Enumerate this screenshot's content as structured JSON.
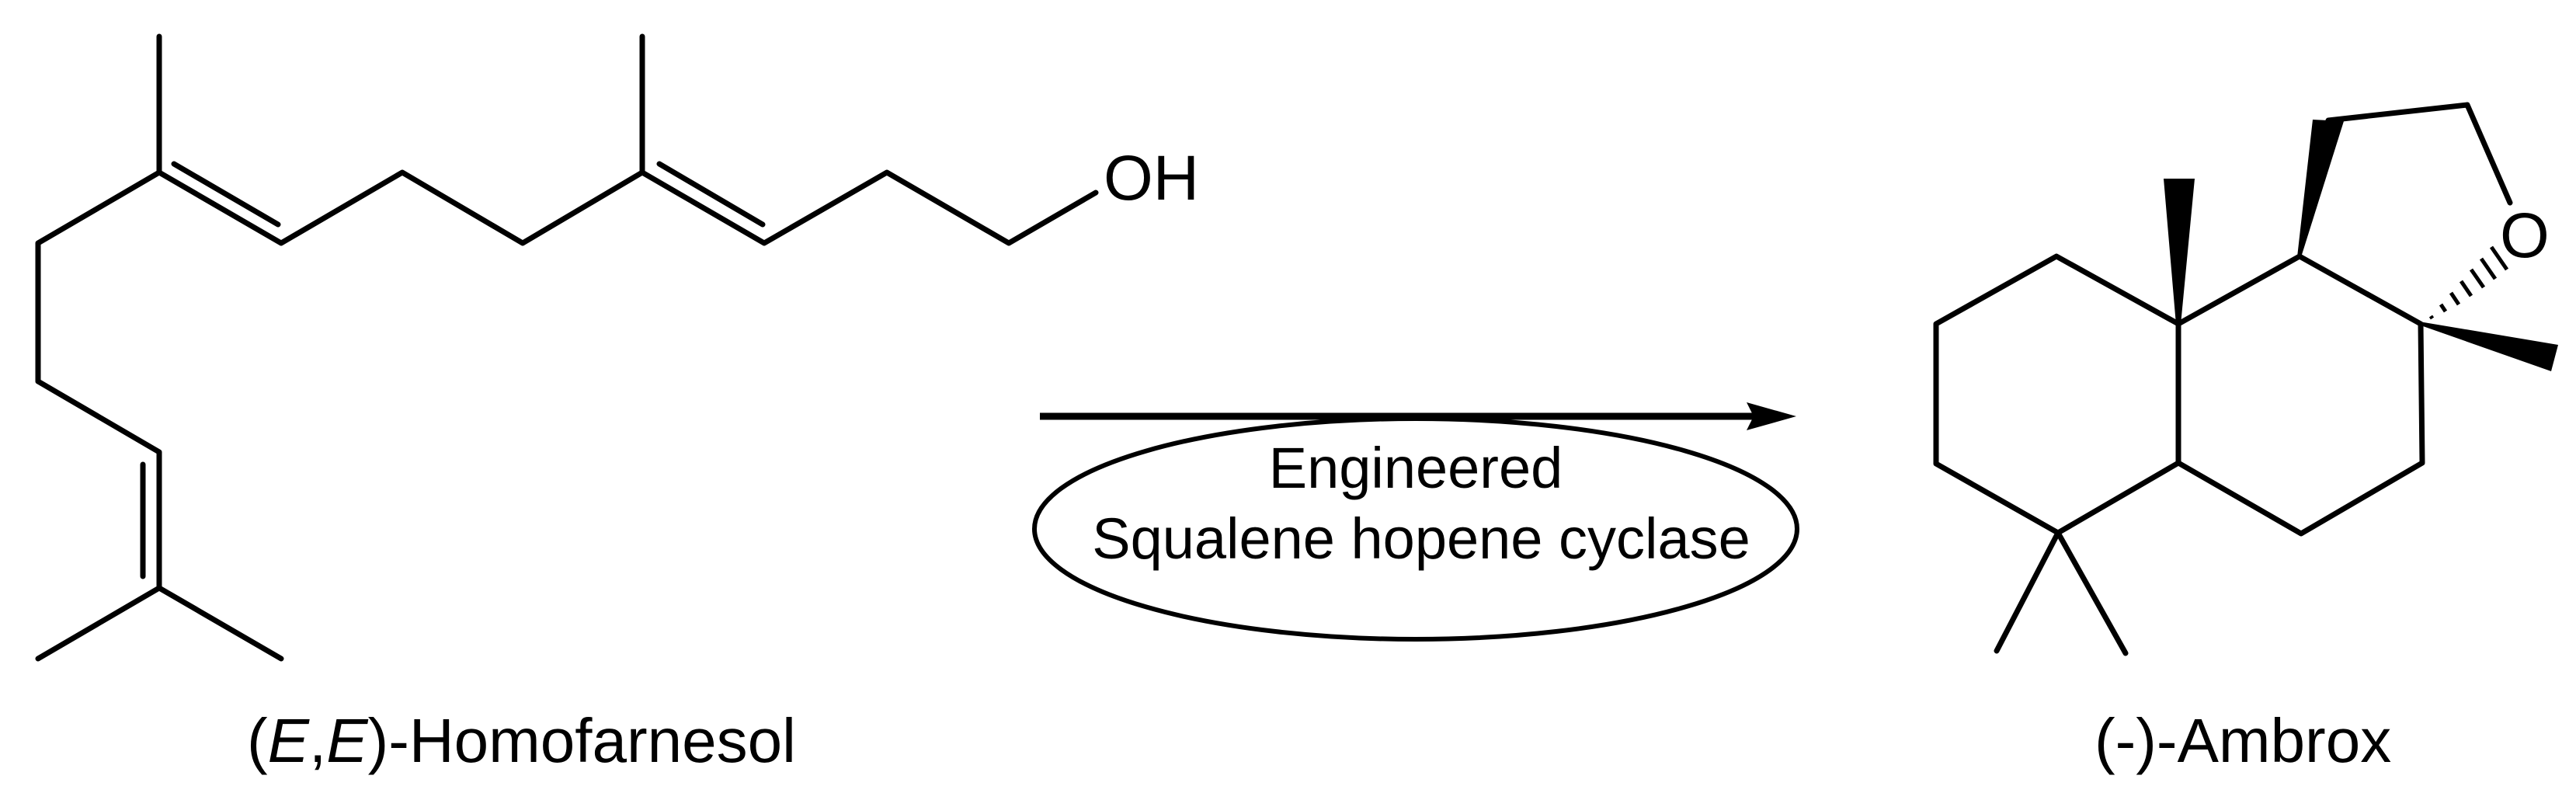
{
  "figure": {
    "type": "chemical reaction scheme",
    "background": "#ffffff",
    "line_color": "#000000"
  },
  "reactant": {
    "name_prefix_open": "(",
    "stereo_italic_1": "E",
    "stereo_sep": ",",
    "stereo_italic_2": "E",
    "name_suffix": ")-Homofarnesol",
    "full_name": "(E,E)-Homofarnesol",
    "atom_labels": {
      "hydroxyl": "OH"
    },
    "double_bonds": 3
  },
  "arrow": {
    "direction": "right",
    "catalyst_line1": "Engineered",
    "catalyst_line2": "Squalene hopene cyclase",
    "catalyst_shape": "ellipse"
  },
  "product": {
    "name": "(-)-Ambrox",
    "atom_labels": {
      "ring_oxygen": "O"
    },
    "stereo_bonds": [
      "wedge-methyl-C10",
      "wedge-C9-CH2",
      "wedge-methyl-C8",
      "hash-C8-O"
    ]
  }
}
